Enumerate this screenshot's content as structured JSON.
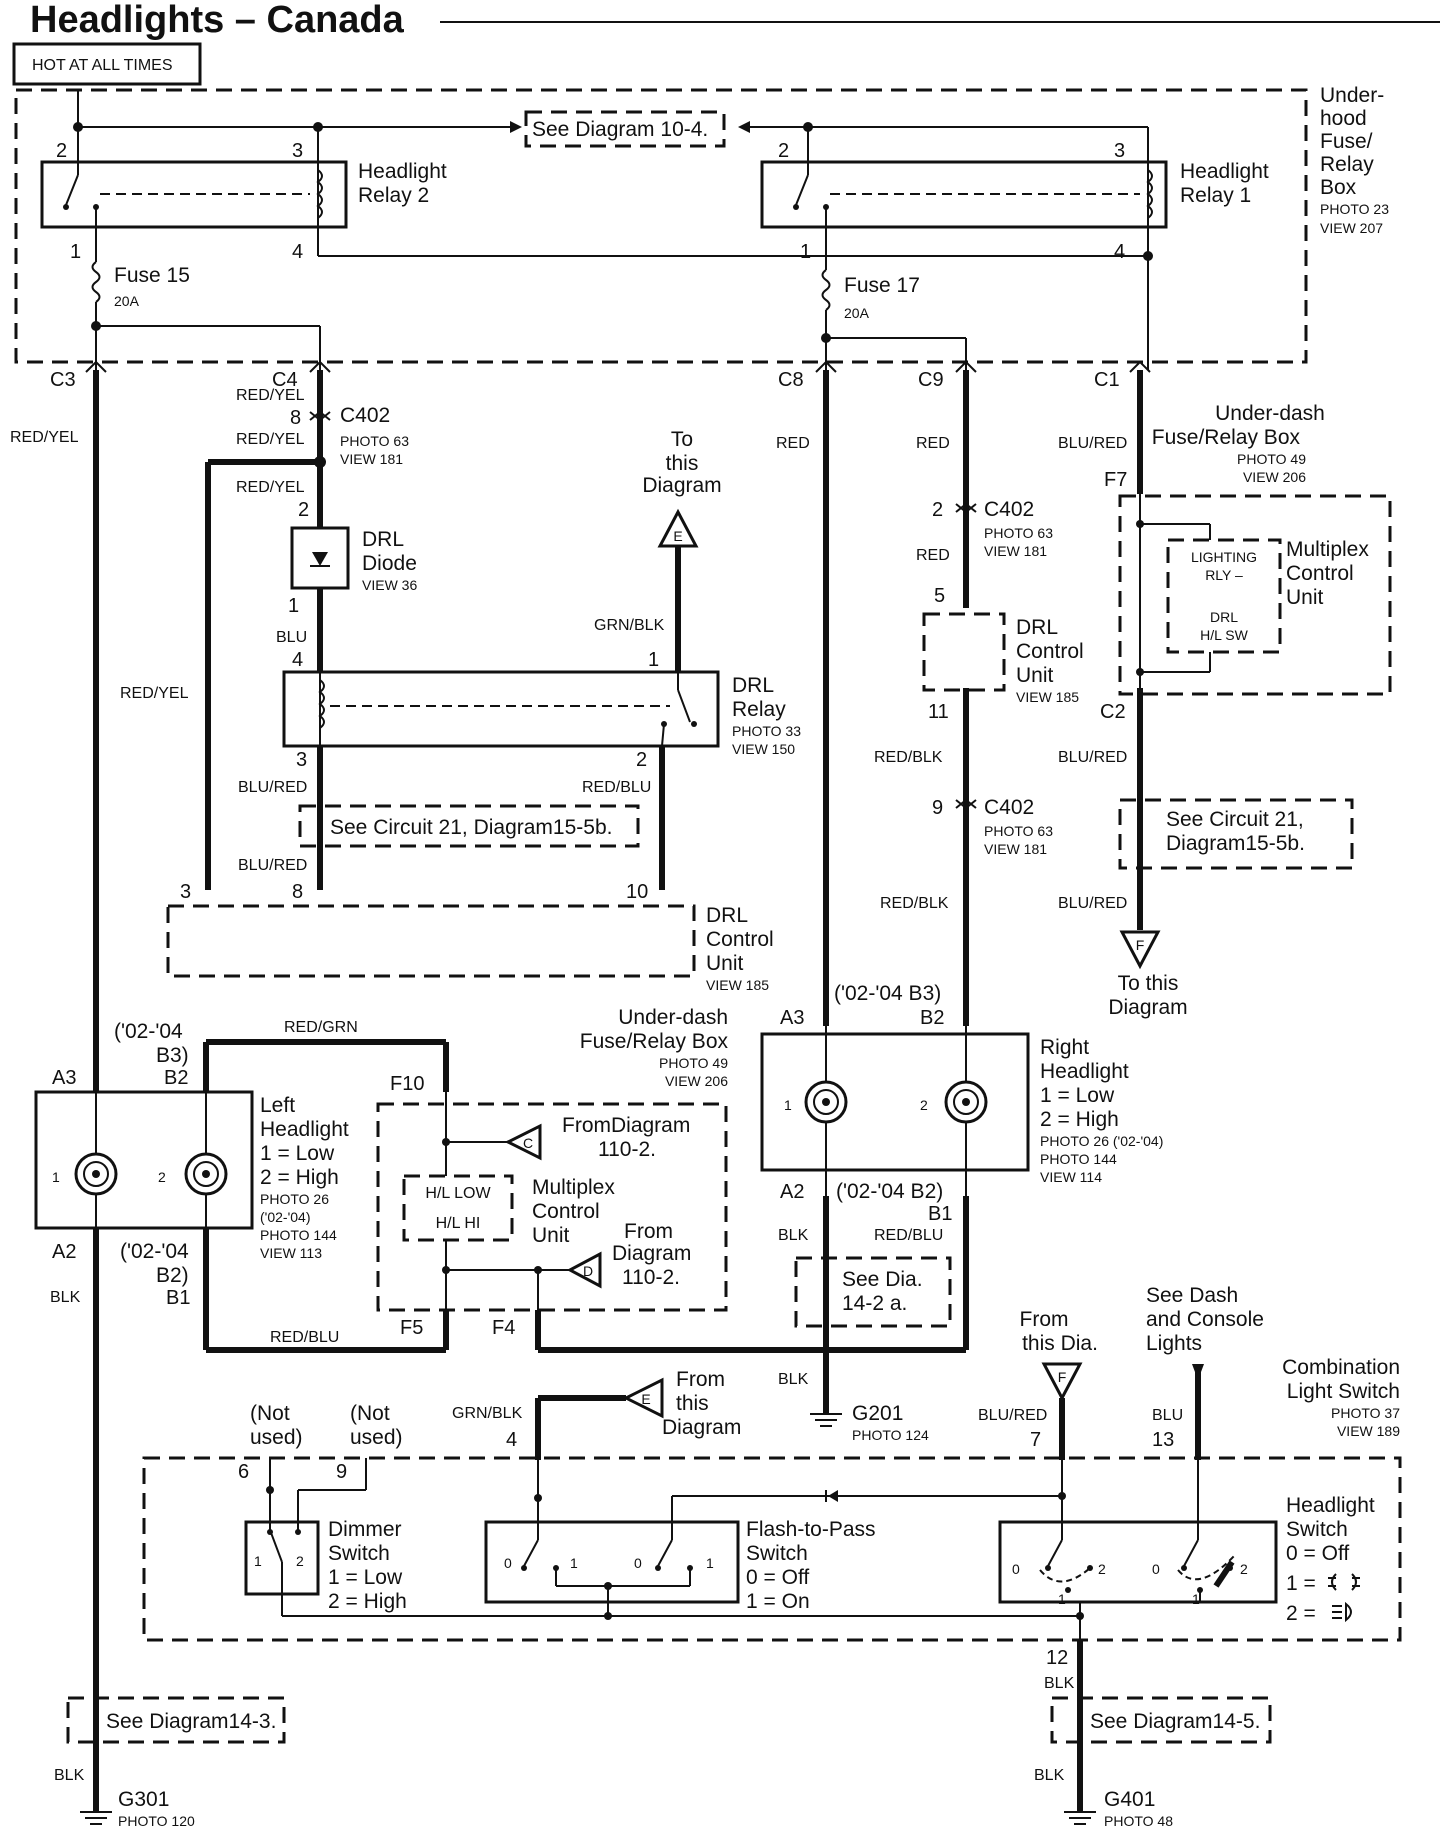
{
  "title": "Headlights – Canada",
  "hot_label": "HOT AT ALL TIMES",
  "underhood": {
    "title": [
      "Under-",
      "hood",
      "Fuse/",
      "Relay",
      "Box"
    ],
    "photo": "PHOTO 23",
    "view": "VIEW 207"
  },
  "see_diagram_10_4": "See Diagram 10-4.",
  "headlight_relay_2": [
    "Headlight",
    "Relay 2"
  ],
  "headlight_relay_1": [
    "Headlight",
    "Relay 1"
  ],
  "fuse15": {
    "name": "Fuse 15",
    "rating": "20A"
  },
  "fuse17": {
    "name": "Fuse 17",
    "rating": "20A"
  },
  "connectors": {
    "c3": "C3",
    "c4": "C4",
    "c8": "C8",
    "c9": "C9",
    "c1": "C1",
    "c2": "C2",
    "f7": "F7",
    "f10": "F10",
    "f5": "F5",
    "f4": "F4",
    "a3": "A3",
    "a2": "A2",
    "b1": "B1",
    "b2": "B2"
  },
  "pins": {
    "p1": "1",
    "p2": "2",
    "p3": "3",
    "p4": "4",
    "p5": "5",
    "p6": "6",
    "p7": "7",
    "p8": "8",
    "p9": "9",
    "p10": "10",
    "p11": "11",
    "p12": "12",
    "p13": "13",
    "p0": "0"
  },
  "c402": {
    "name": "C402",
    "photo": "PHOTO 63",
    "view": "VIEW 181"
  },
  "wires": {
    "red_yel": "RED/YEL",
    "red": "RED",
    "blu_red": "BLU/RED",
    "blu": "BLU",
    "grn_blk": "GRN/BLK",
    "red_blu": "RED/BLU",
    "red_blk": "RED/BLK",
    "red_grn": "RED/GRN",
    "blk": "BLK"
  },
  "underdash": {
    "title": [
      "Under-dash",
      "Fuse/Relay Box"
    ],
    "photo": "PHOTO 49",
    "view": "VIEW 206"
  },
  "to_this_diagram": [
    "To",
    "this",
    "Diagram"
  ],
  "to_this_diagram_f": [
    "To this",
    "Diagram"
  ],
  "drl_diode": {
    "name": [
      "DRL",
      "Diode"
    ],
    "view": "VIEW 36"
  },
  "drl_relay": {
    "name": [
      "DRL",
      "Relay"
    ],
    "photo": "PHOTO 33",
    "view": "VIEW 150"
  },
  "drl_control_unit": {
    "name": [
      "DRL",
      "Control",
      "Unit"
    ],
    "view": "VIEW 185"
  },
  "multiplex_top": {
    "name": [
      "Multiplex",
      "Control",
      "Unit"
    ],
    "inner": [
      "LIGHTING",
      "RLY –",
      "DRL",
      "H/L SW"
    ]
  },
  "see_circuit_21": "See Circuit 21, Diagram15-5b.",
  "see_circuit_21_split": [
    "See Circuit 21,",
    "Diagram15-5b."
  ],
  "year_b3": "('02-'04 B3)",
  "year_b3_split": [
    "('02-'04",
    "B3)"
  ],
  "year_b2": "('02-'04 B2)",
  "year_b2_split": [
    "('02-'04",
    "B2)"
  ],
  "left_headlight": {
    "name": [
      "Left",
      "Headlight"
    ],
    "low": "1 = Low",
    "high": "2 = High",
    "photo": [
      "PHOTO 26",
      "('02-'04)",
      "PHOTO 144"
    ],
    "view": "VIEW 113"
  },
  "right_headlight": {
    "name": [
      "Right",
      "Headlight"
    ],
    "low": "1 = Low",
    "high": "2 = High",
    "photo": [
      "PHOTO 26 ('02-'04)",
      "PHOTO 144"
    ],
    "view": "VIEW 114"
  },
  "multiplex_mid": {
    "name": [
      "Multiplex",
      "Control",
      "Unit"
    ],
    "hl_low": "H/L LOW",
    "hl_hi": "H/L HI"
  },
  "from_diagram_c": "FromDiagram",
  "from_diagram_c_num": "110-2.",
  "from_diagram_d": [
    "From",
    "Diagram",
    "110-2."
  ],
  "flag_c": "C",
  "flag_d": "D",
  "flag_e": "E",
  "flag_f": "F",
  "see_dia_14_2a": [
    "See Dia.",
    "14-2 a."
  ],
  "g201": {
    "name": "G201",
    "photo": "PHOTO 124"
  },
  "from_this_dia": [
    "From",
    "this Dia."
  ],
  "see_dash": [
    "See Dash",
    "and Console",
    "Lights"
  ],
  "from_this_diagram_e": [
    "From",
    "this",
    "Diagram"
  ],
  "combo_switch": {
    "name": [
      "Combination",
      "Light Switch"
    ],
    "photo": "PHOTO 37",
    "view": "VIEW 189"
  },
  "not_used": [
    "(Not",
    "used)"
  ],
  "dimmer_switch": {
    "name": [
      "Dimmer",
      "Switch"
    ],
    "low": "1 = Low",
    "high": "2 = High"
  },
  "flash_to_pass": {
    "name": [
      "Flash-to-Pass",
      "Switch"
    ],
    "off": "0 = Off",
    "on": "1 = On"
  },
  "headlight_switch": {
    "name": [
      "Headlight",
      "Switch"
    ],
    "off": "0 = Off",
    "one": "1 =",
    "two": "2 ="
  },
  "see_diagram_14_3": "See Diagram14-3.",
  "see_diagram_14_5": "See Diagram14-5.",
  "g301": {
    "name": "G301",
    "photo": "PHOTO 120"
  },
  "g401": {
    "name": "G401",
    "photo": "PHOTO 48"
  }
}
